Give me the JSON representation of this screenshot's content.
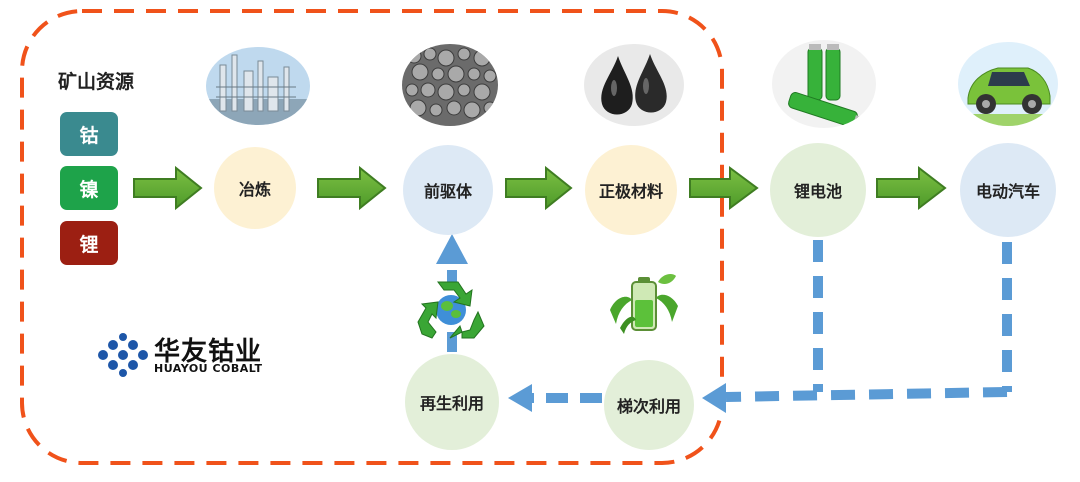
{
  "section_title": "矿山资源",
  "resources": [
    {
      "label": "钴",
      "color": "#3a8a8f"
    },
    {
      "label": "镍",
      "color": "#1ea34a"
    },
    {
      "label": "锂",
      "color": "#9c1f12"
    }
  ],
  "nodes": {
    "smelting": "冶炼",
    "precursor": "前驱体",
    "cathode": "正极材料",
    "battery": "锂电池",
    "ev": "电动汽车",
    "cascade": "梯次利用",
    "recycle": "再生利用"
  },
  "logo": {
    "name_cn": "华友钴业",
    "name_en": "HUAYOU COBALT"
  },
  "colors": {
    "dashed_border": "#f0521a",
    "flow_arrow": "#5aa02f",
    "flow_arrow_dark": "#3f7d22",
    "return_dash": "#5b9bd5",
    "logo_blue": "#1d56a8",
    "node_yellow": "#fdf1d3",
    "node_blue": "#dde9f5",
    "node_green": "#e3efd9"
  },
  "icons": [
    "refinery-photo-icon",
    "powder-photo-icon",
    "cathode-powder-photo-icon",
    "battery-cells-photo-icon",
    "electric-car-photo-icon",
    "recycle-icon",
    "green-battery-icon"
  ]
}
